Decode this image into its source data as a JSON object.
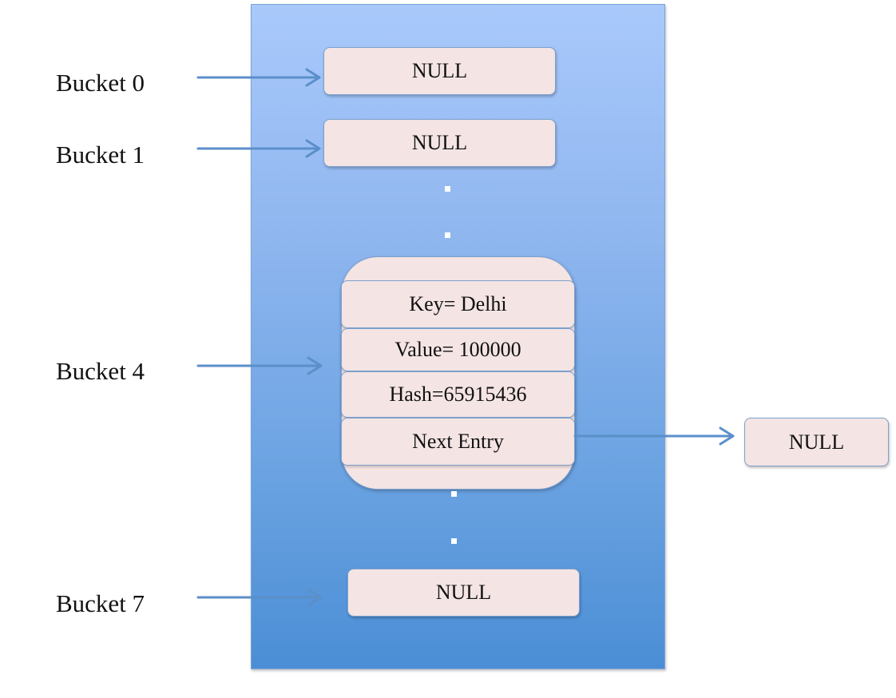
{
  "buckets": [
    {
      "label": "Bucket 0",
      "content": "NULL"
    },
    {
      "label": "Bucket 1",
      "content": "NULL"
    },
    {
      "label": "Bucket 4",
      "entry": {
        "key": "Key= Delhi",
        "value": "Value= 100000",
        "hash": "Hash=65915436",
        "next": "Next Entry"
      }
    },
    {
      "label": "Bucket 7",
      "content": "NULL"
    }
  ],
  "next_entry_target": "NULL",
  "colors": {
    "panel_top": "#a9c9fb",
    "panel_bottom": "#4b8ed5",
    "box_fill": "#f4e4e4",
    "box_border": "#7ea0cc",
    "arrow": "#5b8fc9"
  }
}
